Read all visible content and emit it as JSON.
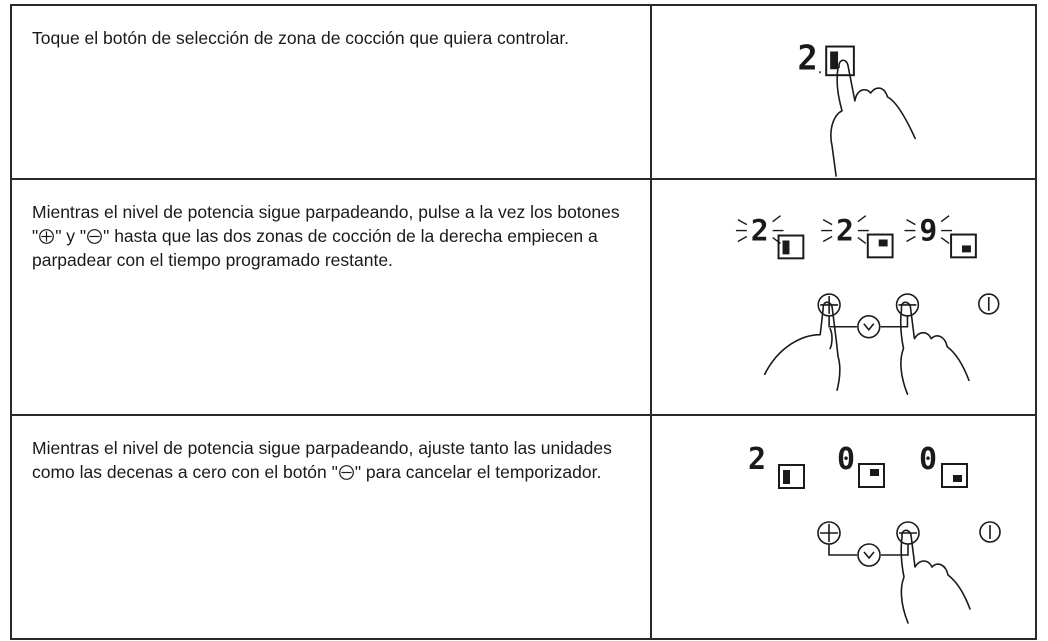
{
  "steps": [
    {
      "text": "Toque el botón de selección de zona de cocción que quiera controlar.",
      "display": {
        "digit": "2"
      }
    },
    {
      "text_part1": "Mientras el nivel de potencia sigue parpadeando, pulse a la vez los botones \"",
      "text_part2": "\" y \"",
      "text_part3": "\" hasta que las dos zonas de cocción de la derecha empiecen a parpadear con el tiempo programado restante.",
      "display": {
        "digits": [
          "2",
          "2",
          "9"
        ]
      }
    },
    {
      "text_part1": "Mientras el nivel de potencia sigue parpadeando, ajuste tanto las unidades como las decenas a cero con el botón \"",
      "text_part2": "\" para cancelar el temporizador.",
      "display": {
        "digits": [
          "2",
          "0",
          "0"
        ]
      }
    }
  ],
  "icons": {
    "plus": "plus-circle-icon",
    "minus": "minus-circle-icon",
    "timer": "timer-icon",
    "power": "power-icon",
    "hand": "pointing-hand-icon"
  }
}
